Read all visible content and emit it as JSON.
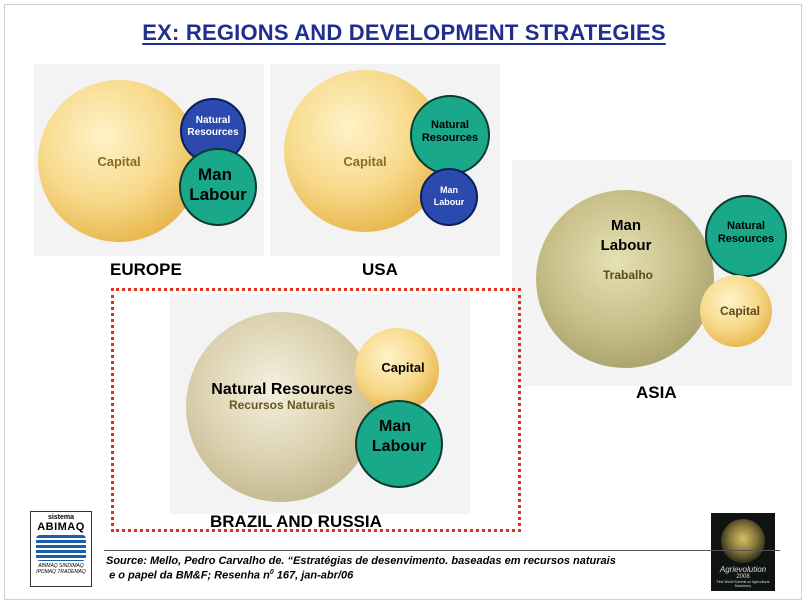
{
  "title": "EX: REGIONS AND DEVELOPMENT STRATEGIES",
  "regions": {
    "europe": {
      "name": "EUROPE",
      "capital": "Capital",
      "natural_line1": "Natural",
      "natural_line2": "Resources",
      "labour_line1": "Man",
      "labour_line2": "Labour"
    },
    "usa": {
      "name": "USA",
      "capital": "Capital",
      "natural_line1": "Natural",
      "natural_line2": "Resources",
      "labour_line1": "Man",
      "labour_line2": "Labour"
    },
    "asia": {
      "name": "ASIA",
      "labour_line1": "Man",
      "labour_line2": "Labour",
      "labour_pt": "Trabalho",
      "natural_line1": "Natural",
      "natural_line2": "Resources",
      "capital": "Capital"
    },
    "brazil": {
      "name": "BRAZIL AND RUSSIA",
      "natural": "Natural Resources",
      "natural_pt": "Recursos Naturais",
      "capital": "Capital",
      "labour_line1": "Man",
      "labour_line2": "Labour"
    }
  },
  "logos": {
    "abimaq_top": "sistema",
    "abimaq_name": "ABIMAQ",
    "abimaq_small": "ABIMAQ SINDIMAQ IPDMAQ TRADEMAQ",
    "agri_name": "Agrievolution",
    "agri_year": "2008",
    "agri_tag": "First World Summit on Agricultural Machinery"
  },
  "source": {
    "line1": "Source: Mello, Pedro Carvalho de. “Estratégias de desenvimento. baseadas em recursos naturais",
    "line2_a": "e o papel da BM&F; Resenha n",
    "line2_sup": "0",
    "line2_b": " 167, jan-abr/06"
  },
  "colors": {
    "title": "#1f2f8f",
    "green": "#1aa88a",
    "blue": "#2a4ab0",
    "dotted": "#e03020"
  }
}
